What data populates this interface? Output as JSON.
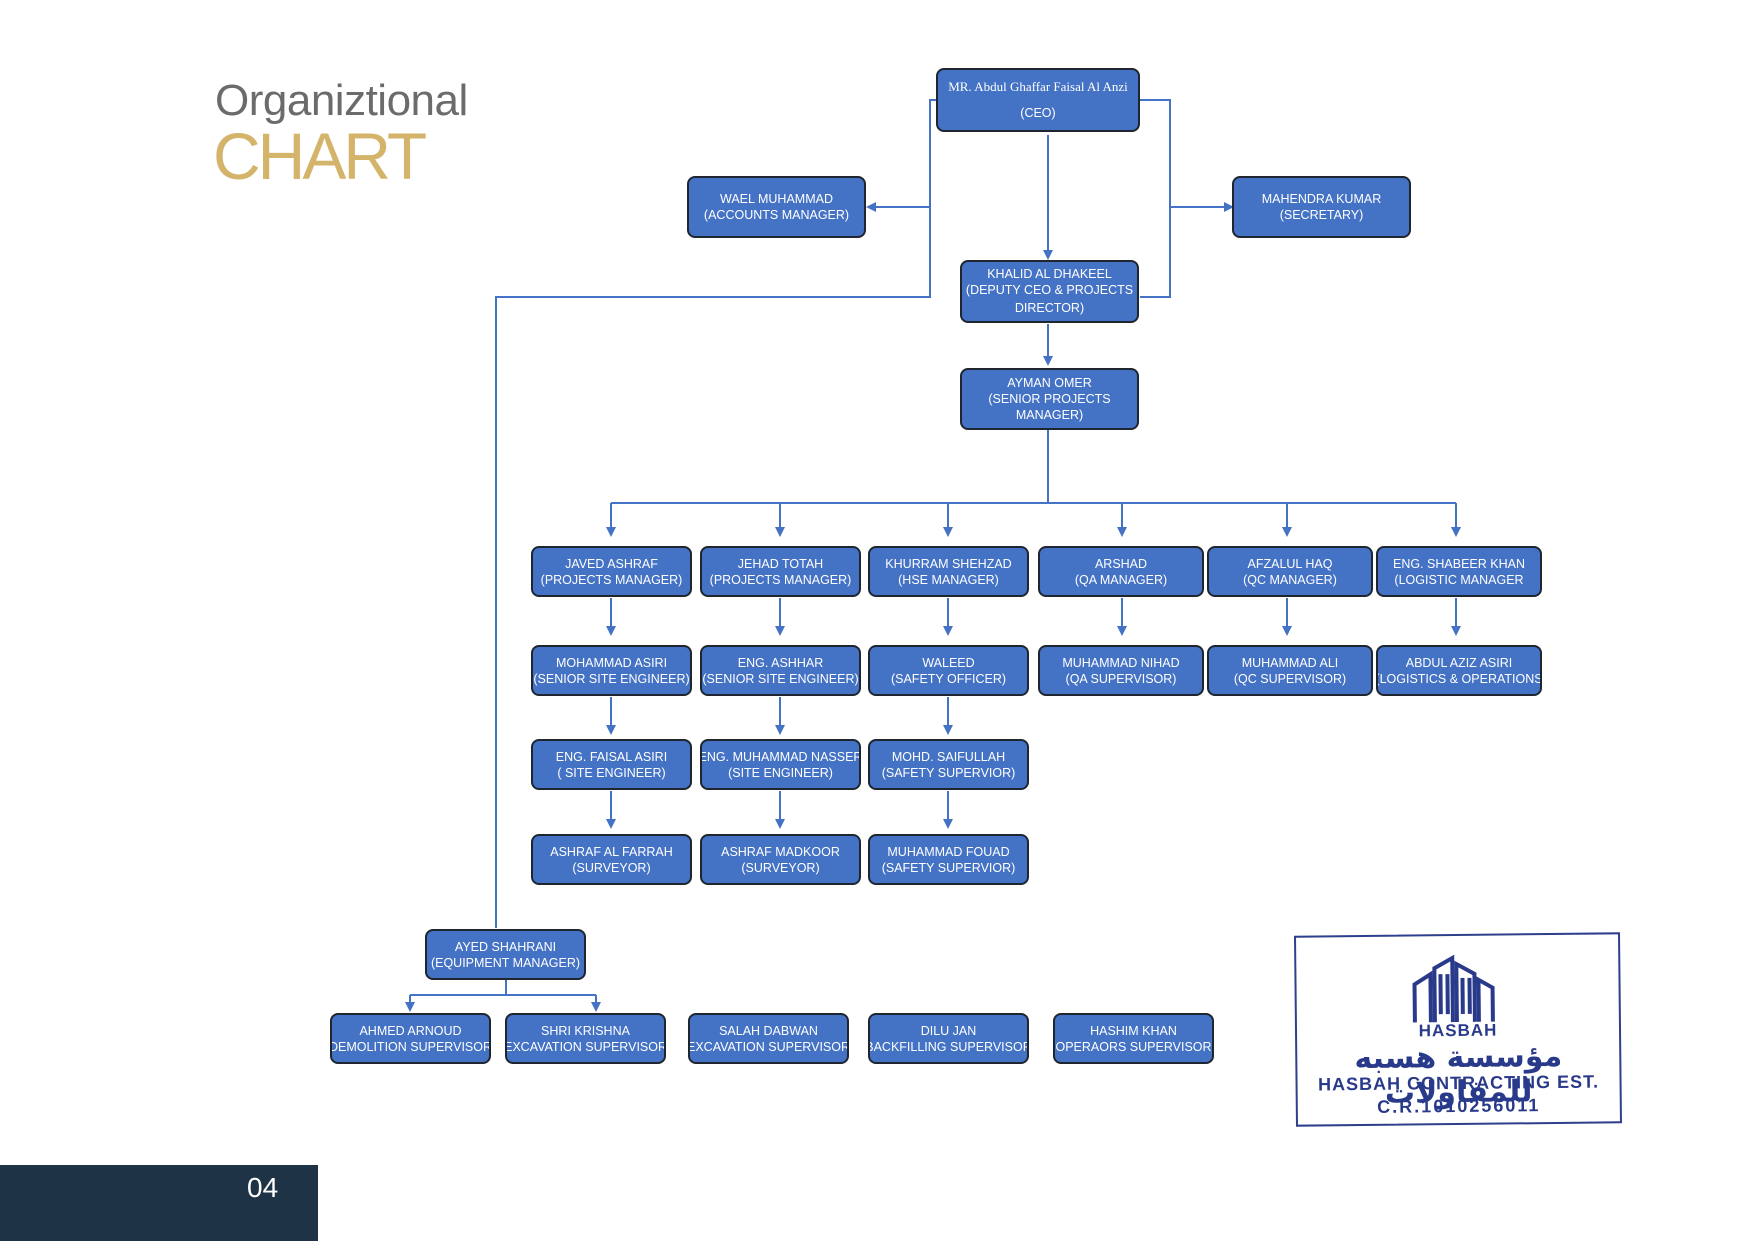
{
  "title": {
    "line1": "Organiztional",
    "line2": "CHART"
  },
  "colors": {
    "box_fill": "#4472c4",
    "connector": "#4472c4",
    "title_gold": "#d4b46a",
    "footer": "#1f3346"
  },
  "page_number": "04",
  "nodes": {
    "ceo": {
      "name": "MR. Abdul Ghaffar Faisal Al Anzi",
      "role": "(CEO)"
    },
    "accounts": {
      "name": "WAEL MUHAMMAD",
      "role": "(ACCOUNTS MANAGER)"
    },
    "secretary": {
      "name": "MAHENDRA KUMAR",
      "role": "(SECRETARY)"
    },
    "deputy": {
      "name": "KHALID AL DHAKEEL",
      "role": "(DEPUTY CEO & PROJECTS",
      "role2": "DIRECTOR)"
    },
    "spm": {
      "name": "AYMAN OMER",
      "role": "(SENIOR PROJECTS",
      "role2": "MANAGER)"
    },
    "pm1": {
      "name": "JAVED ASHRAF",
      "role": "(PROJECTS MANAGER)"
    },
    "pm2": {
      "name": "JEHAD TOTAH",
      "role": "(PROJECTS MANAGER)"
    },
    "hse": {
      "name": "KHURRAM SHEHZAD",
      "role": "(HSE MANAGER)"
    },
    "qa": {
      "name": "ARSHAD",
      "role": "(QA MANAGER)"
    },
    "qc": {
      "name": "AFZALUL HAQ",
      "role": "(QC MANAGER)"
    },
    "log": {
      "name": "ENG. SHABEER KHAN",
      "role": "(LOGISTIC MANAGER"
    },
    "sse1": {
      "name": "MOHAMMAD ASIRI",
      "role": "(SENIOR SITE ENGINEER)"
    },
    "sse2": {
      "name": "ENG. ASHHAR",
      "role": "(SENIOR SITE ENGINEER)"
    },
    "so": {
      "name": "WALEED",
      "role": "(SAFETY OFFICER)"
    },
    "qas": {
      "name": "MUHAMMAD NIHAD",
      "role": "(QA SUPERVISOR)"
    },
    "qcs": {
      "name": "MUHAMMAD ALI",
      "role": "(QC SUPERVISOR)"
    },
    "lo": {
      "name": "ABDUL AZIZ ASIRI",
      "role": "(LOGISTICS & OPERATIONS"
    },
    "se1": {
      "name": "ENG. FAISAL ASIRI",
      "role": "( SITE ENGINEER)"
    },
    "se2": {
      "name": "ENG. MUHAMMAD NASSER",
      "role": "(SITE ENGINEER)"
    },
    "ss1": {
      "name": "MOHD. SAIFULLAH",
      "role": "(SAFETY SUPERVIOR)"
    },
    "sv1": {
      "name": "ASHRAF AL FARRAH",
      "role": "(SURVEYOR)"
    },
    "sv2": {
      "name": "ASHRAF MADKOOR",
      "role": "(SURVEYOR)"
    },
    "ss2": {
      "name": "MUHAMMAD FOUAD",
      "role": "(SAFETY SUPERVIOR)"
    },
    "eq": {
      "name": "AYED SHAHRANI",
      "role": "(EQUIPMENT MANAGER)"
    },
    "d1": {
      "name": "AHMED ARNOUD",
      "role": "(DEMOLITION SUPERVISOR)"
    },
    "d2": {
      "name": "SHRI KRISHNA",
      "role": "(EXCAVATION SUPERVISOR)"
    },
    "d3": {
      "name": "SALAH DABWAN",
      "role": "(EXCAVATION SUPERVISOR)"
    },
    "d4": {
      "name": "DILU JAN",
      "role": "(BACKFILLING SUPERVISOR)"
    },
    "d5": {
      "name": "HASHIM KHAN",
      "role": "(OPERAORS SUPERVISOR)"
    }
  },
  "stamp": {
    "brand": "HASBAH",
    "arabic": "مؤسسة هسبه للمقاولات",
    "company": "HASBAH CONTRACTING EST.",
    "cr": "C.R.1010256011"
  }
}
